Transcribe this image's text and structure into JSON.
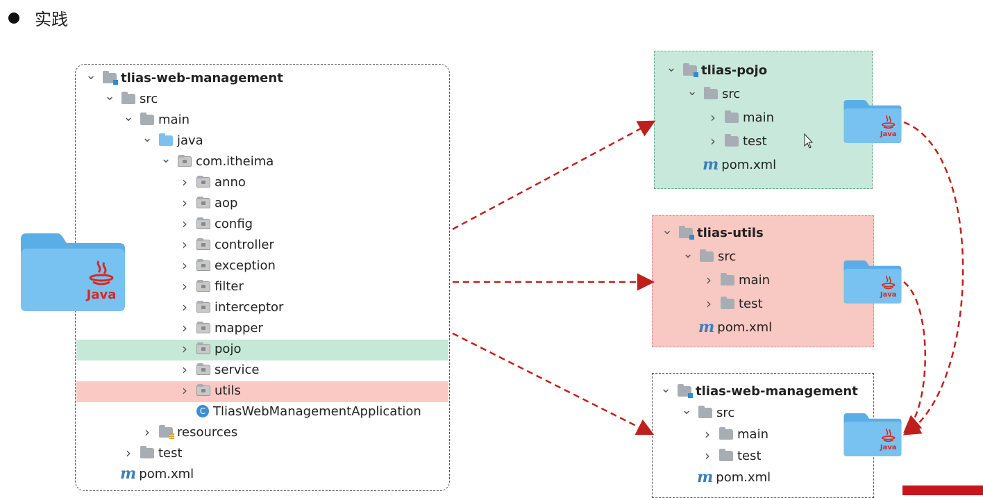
{
  "heading": "实践",
  "left_tree": [
    {
      "label": "tlias-web-management",
      "indent": 0,
      "chev": "v",
      "icon": "module",
      "bold": true
    },
    {
      "label": "src",
      "indent": 1,
      "chev": "v",
      "icon": "folder"
    },
    {
      "label": "main",
      "indent": 2,
      "chev": "v",
      "icon": "folder"
    },
    {
      "label": "java",
      "indent": 3,
      "chev": "v",
      "icon": "blue"
    },
    {
      "label": "com.itheima",
      "indent": 4,
      "chev": "v",
      "icon": "pkg"
    },
    {
      "label": "anno",
      "indent": 5,
      "chev": ">",
      "icon": "pkg"
    },
    {
      "label": "aop",
      "indent": 5,
      "chev": ">",
      "icon": "pkg"
    },
    {
      "label": "config",
      "indent": 5,
      "chev": ">",
      "icon": "pkg"
    },
    {
      "label": "controller",
      "indent": 5,
      "chev": ">",
      "icon": "pkg"
    },
    {
      "label": "exception",
      "indent": 5,
      "chev": ">",
      "icon": "pkg"
    },
    {
      "label": "filter",
      "indent": 5,
      "chev": ">",
      "icon": "pkg"
    },
    {
      "label": "interceptor",
      "indent": 5,
      "chev": ">",
      "icon": "pkg"
    },
    {
      "label": "mapper",
      "indent": 5,
      "chev": ">",
      "icon": "pkg"
    },
    {
      "label": "pojo",
      "indent": 5,
      "chev": ">",
      "icon": "pkg"
    },
    {
      "label": "service",
      "indent": 5,
      "chev": ">",
      "icon": "pkg"
    },
    {
      "label": "utils",
      "indent": 5,
      "chev": ">",
      "icon": "pkg"
    },
    {
      "label": "TliasWebManagementApplication",
      "indent": 5,
      "chev": "",
      "icon": "class"
    },
    {
      "label": "resources",
      "indent": 3,
      "chev": ">",
      "icon": "res"
    },
    {
      "label": "test",
      "indent": 2,
      "chev": ">",
      "icon": "folder"
    },
    {
      "label": "pom.xml",
      "indent": 1,
      "chev": "",
      "icon": "maven"
    }
  ],
  "modules": [
    {
      "id": "pojo",
      "rows": [
        {
          "label": "tlias-pojo",
          "indent": 0,
          "chev": "v",
          "icon": "module",
          "bold": true
        },
        {
          "label": "src",
          "indent": 1,
          "chev": "v",
          "icon": "folder"
        },
        {
          "label": "main",
          "indent": 2,
          "chev": ">",
          "icon": "folder"
        },
        {
          "label": "test",
          "indent": 2,
          "chev": ">",
          "icon": "folder"
        },
        {
          "label": "pom.xml",
          "indent": 1,
          "chev": "",
          "icon": "maven"
        }
      ]
    },
    {
      "id": "utils",
      "rows": [
        {
          "label": "tlias-utils",
          "indent": 0,
          "chev": "v",
          "icon": "module",
          "bold": true
        },
        {
          "label": "src",
          "indent": 1,
          "chev": "v",
          "icon": "folder"
        },
        {
          "label": "main",
          "indent": 2,
          "chev": ">",
          "icon": "folder"
        },
        {
          "label": "test",
          "indent": 2,
          "chev": ">",
          "icon": "folder"
        },
        {
          "label": "pom.xml",
          "indent": 1,
          "chev": "",
          "icon": "maven"
        }
      ]
    },
    {
      "id": "web",
      "rows": [
        {
          "label": "tlias-web-management",
          "indent": 0,
          "chev": "v",
          "icon": "module",
          "bold": true
        },
        {
          "label": "src",
          "indent": 1,
          "chev": "v",
          "icon": "folder"
        },
        {
          "label": "main",
          "indent": 2,
          "chev": ">",
          "icon": "folder"
        },
        {
          "label": "test",
          "indent": 2,
          "chev": ">",
          "icon": "folder"
        },
        {
          "label": "pom.xml",
          "indent": 1,
          "chev": "",
          "icon": "maven"
        }
      ]
    }
  ],
  "java_badge": "Java",
  "colors": {
    "arrow": "#c0201c",
    "pojo_bg": "#c8e8dc",
    "utils_bg": "#f8c8c2",
    "java_folder": "#6ab8ee"
  }
}
